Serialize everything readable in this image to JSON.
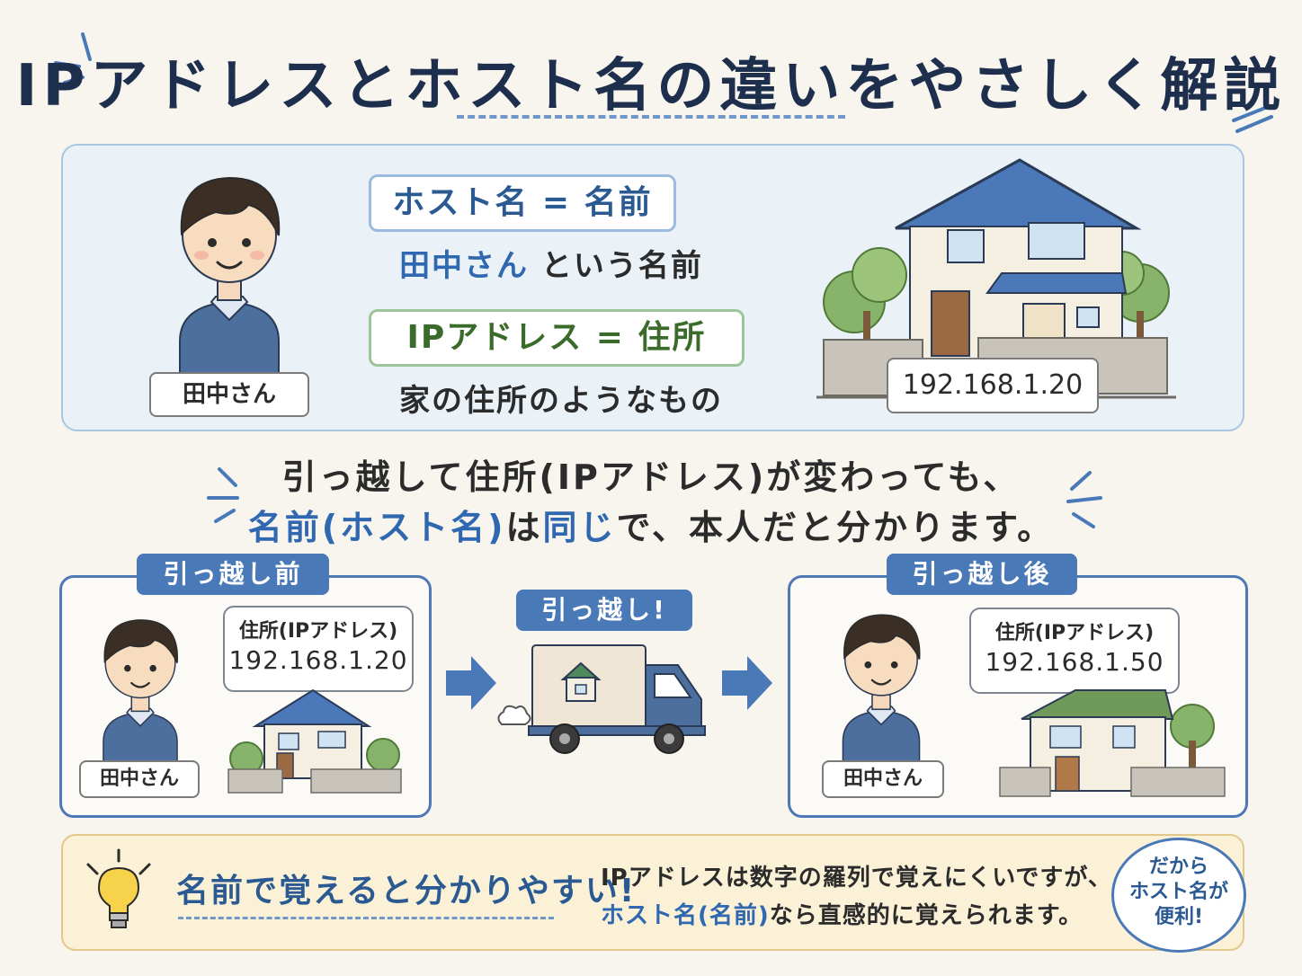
{
  "title": {
    "part1": "IPアドレスと",
    "part2": "ホスト名",
    "part3": "の違いをやさしく解説"
  },
  "top": {
    "host_pill": "ホスト名 = 名前",
    "host_name": "田中さん",
    "host_desc": "という名前",
    "ip_pill": "IPアドレス = 住所",
    "ip_desc": "家の住所のようなもの",
    "person_label": "田中さん",
    "ip_value": "192.168.1.20"
  },
  "message": {
    "line1": "引っ越して住所(IPアドレス)が変わっても、",
    "line2_blue": "名前(ホスト名)",
    "line2_mid": "は",
    "line2_blue2": "同じ",
    "line2_rest": "で、本人だと分かります。"
  },
  "before": {
    "tab": "引っ越し前",
    "bubble_head": "住所(IPアドレス)",
    "bubble_value": "192.168.1.20",
    "label": "田中さん"
  },
  "move": {
    "tab": "引っ越し!"
  },
  "after": {
    "tab": "引っ越し後",
    "bubble_head": "住所(IPアドレス)",
    "bubble_value": "192.168.1.50",
    "label": "田中さん"
  },
  "tip": {
    "heading": "名前で覚えると分かりやすい!",
    "text1": "IPアドレスは数字の羅列で覚えにくいですが、",
    "text2_blue": "ホスト名(名前)",
    "text2_rest": "なら直感的に覚えられます。",
    "badge_l1": "だから",
    "badge_l2": "ホスト名が",
    "badge_l3": "便利!"
  },
  "colors": {
    "accent_blue": "#4a79b8",
    "text_blue": "#2f67b0",
    "green": "#3a6b2a",
    "background": "#f8f5ee"
  }
}
